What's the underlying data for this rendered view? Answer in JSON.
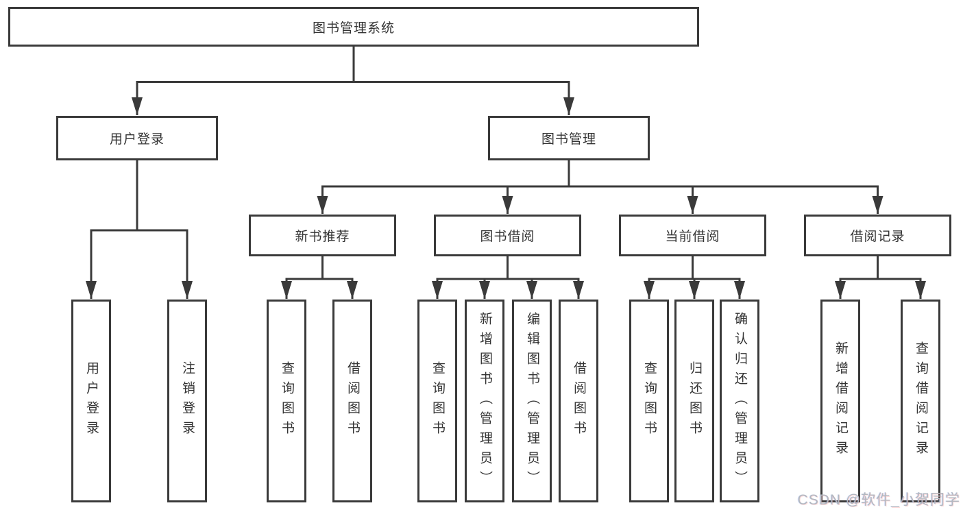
{
  "colors": {
    "line": "#3a3a3a",
    "text": "#333333",
    "watermark": "#b2b8c0"
  },
  "diagram": {
    "root": {
      "label": "图书管理系统"
    },
    "branches": [
      {
        "label": "用户登录",
        "children": [
          "用户登录",
          "注销登录"
        ]
      },
      {
        "label": "图书管理",
        "children": [
          {
            "label": "新书推荐",
            "children": [
              "查询图书",
              "借阅图书"
            ]
          },
          {
            "label": "图书借阅",
            "children": [
              "查询图书",
              "新增图书（管理员）",
              "编辑图书（管理员）",
              "借阅图书"
            ]
          },
          {
            "label": "当前借阅",
            "children": [
              "查询图书",
              "归还图书",
              "确认归还（管理员）"
            ]
          },
          {
            "label": "借阅记录",
            "children": [
              "新增借阅记录",
              "查询借阅记录"
            ]
          }
        ]
      }
    ]
  },
  "watermark": {
    "text": "CSDN @软件_小贺同学"
  }
}
